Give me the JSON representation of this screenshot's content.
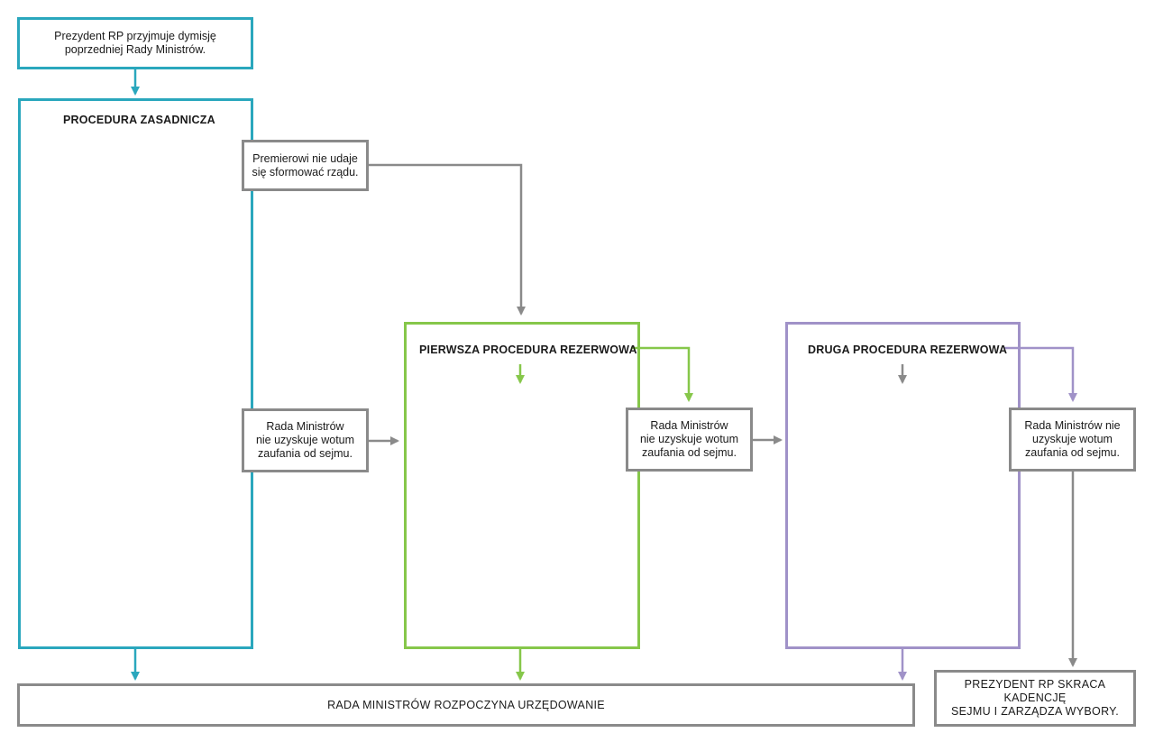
{
  "colors": {
    "teal": "#2aa7bd",
    "green": "#86c74a",
    "purple": "#a092c8",
    "grey": "#8a8a8a"
  },
  "start_box": "Prezydent RP przyjmuje dymisję\npoprzedniej Rady Ministrów.",
  "procedures": {
    "main": "PROCEDURA ZASADNICZA",
    "first_reserve": "PIERWSZA PROCEDURA REZERWOWA",
    "second_reserve": "DRUGA PROCEDURA REZERWOWA"
  },
  "nodes": {
    "pm_fails": "Premierowi nie udaje\nsię sformować rządu.",
    "no_confidence_1": "Rada Ministrów\nnie uzyskuje wotum\nzaufania od sejmu.",
    "no_confidence_2": "Rada Ministrów\nnie uzyskuje wotum\nzaufania od sejmu.",
    "no_confidence_3": "Rada Ministrów nie\nuzyskuje wotum\nzaufania od sejmu."
  },
  "outcomes": {
    "government_starts": "RADA MINISTRÓW ROZPOCZYNA URZĘDOWANIE",
    "elections": "PREZYDENT RP SKRACA KADENCJĘ\nSEJMU I ZARZĄDZA WYBORY."
  }
}
